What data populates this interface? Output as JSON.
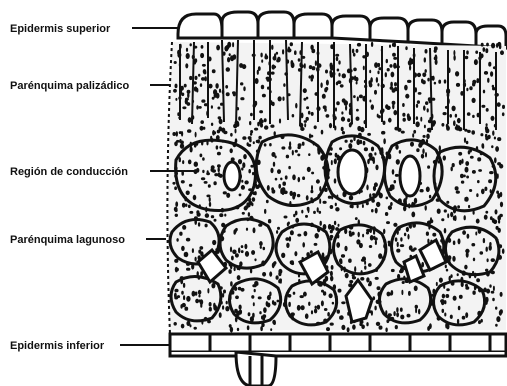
{
  "labels": {
    "epidermis_superior": "Epidermis superior",
    "parenquima_palizadico": "Parénquima palizádico",
    "region_conduccion": "Región de conducción",
    "parenquima_lagunoso": "Parénquima lagunoso",
    "epidermis_inferior": "Epidermis inferior"
  },
  "colors": {
    "ink": "#111111",
    "paper": "#ffffff"
  }
}
